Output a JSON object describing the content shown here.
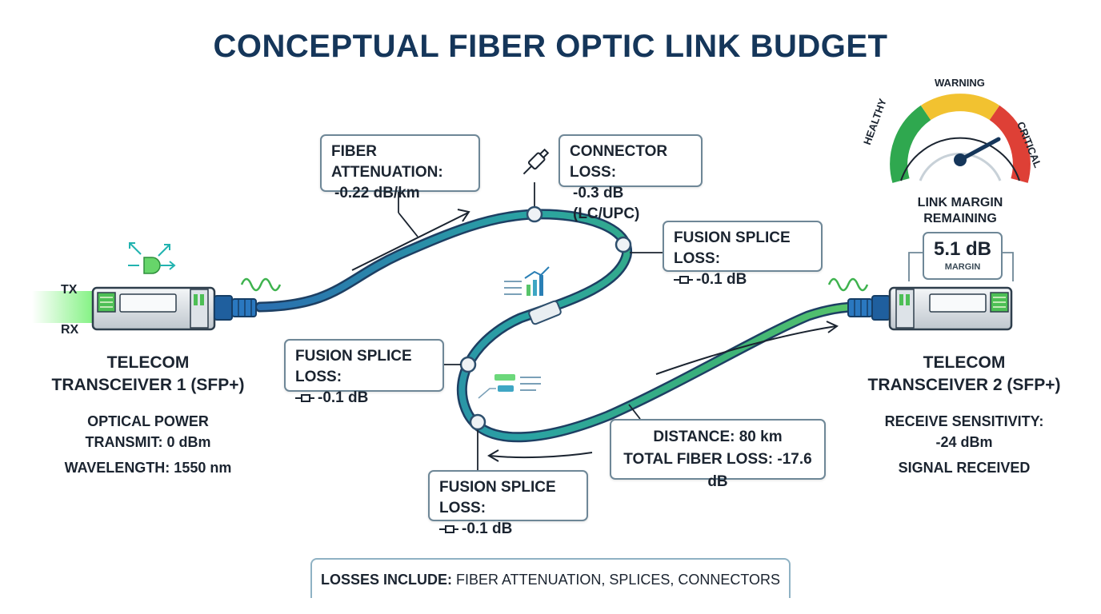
{
  "title": "CONCEPTUAL FIBER OPTIC LINK BUDGET",
  "transceiver_1": {
    "tx_label": "TX",
    "rx_label": "RX",
    "name_line1": "TELECOM",
    "name_line2": "TRANSCEIVER 1 (SFP+)",
    "power_line1": "OPTICAL POWER",
    "power_line2": "TRANSMIT: 0 dBm",
    "wavelength": "WAVELENGTH: 1550 nm"
  },
  "transceiver_2": {
    "name_line1": "TELECOM",
    "name_line2": "TRANSCEIVER 2 (SFP+)",
    "sensitivity_line1": "RECEIVE SENSITIVITY:",
    "sensitivity_line2": "-24 dBm",
    "status": "SIGNAL RECEIVED"
  },
  "callouts": {
    "fiber_attenuation": {
      "label": "FIBER ATTENUATION:",
      "value": "-0.22 dB/km"
    },
    "connector_loss": {
      "label": "CONNECTOR LOSS:",
      "value": "-0.3 dB (LC/UPC)"
    },
    "splice_1": {
      "label": "FUSION SPLICE LOSS:",
      "value": "-0.1 dB"
    },
    "splice_2": {
      "label": "FUSION SPLICE LOSS:",
      "value": "-0.1 dB"
    },
    "splice_3": {
      "label": "FUSION SPLICE LOSS:",
      "value": "-0.1 dB"
    },
    "distance": {
      "line1": "DISTANCE: 80 km",
      "line2": "TOTAL FIBER LOSS: -17.6 dB"
    }
  },
  "gauge": {
    "healthy_label": "HEALTHY",
    "warning_label": "WARNING",
    "critical_label": "CRITICAL",
    "title_line1": "LINK MARGIN",
    "title_line2": "REMAINING",
    "margin_value": "5.1 dB",
    "margin_sub": "MARGIN",
    "colors": {
      "healthy": "#2fa84f",
      "warning": "#f2c230",
      "critical": "#de4036"
    }
  },
  "footer": {
    "bold": "LOSSES INCLUDE:",
    "text": " FIBER ATTENUATION, SPLICES, CONNECTORS"
  },
  "colors": {
    "fiber_blue": "#2a7fb5",
    "fiber_green": "#52c46a",
    "title": "#15365a",
    "connector_blue": "#1f5f9e"
  }
}
